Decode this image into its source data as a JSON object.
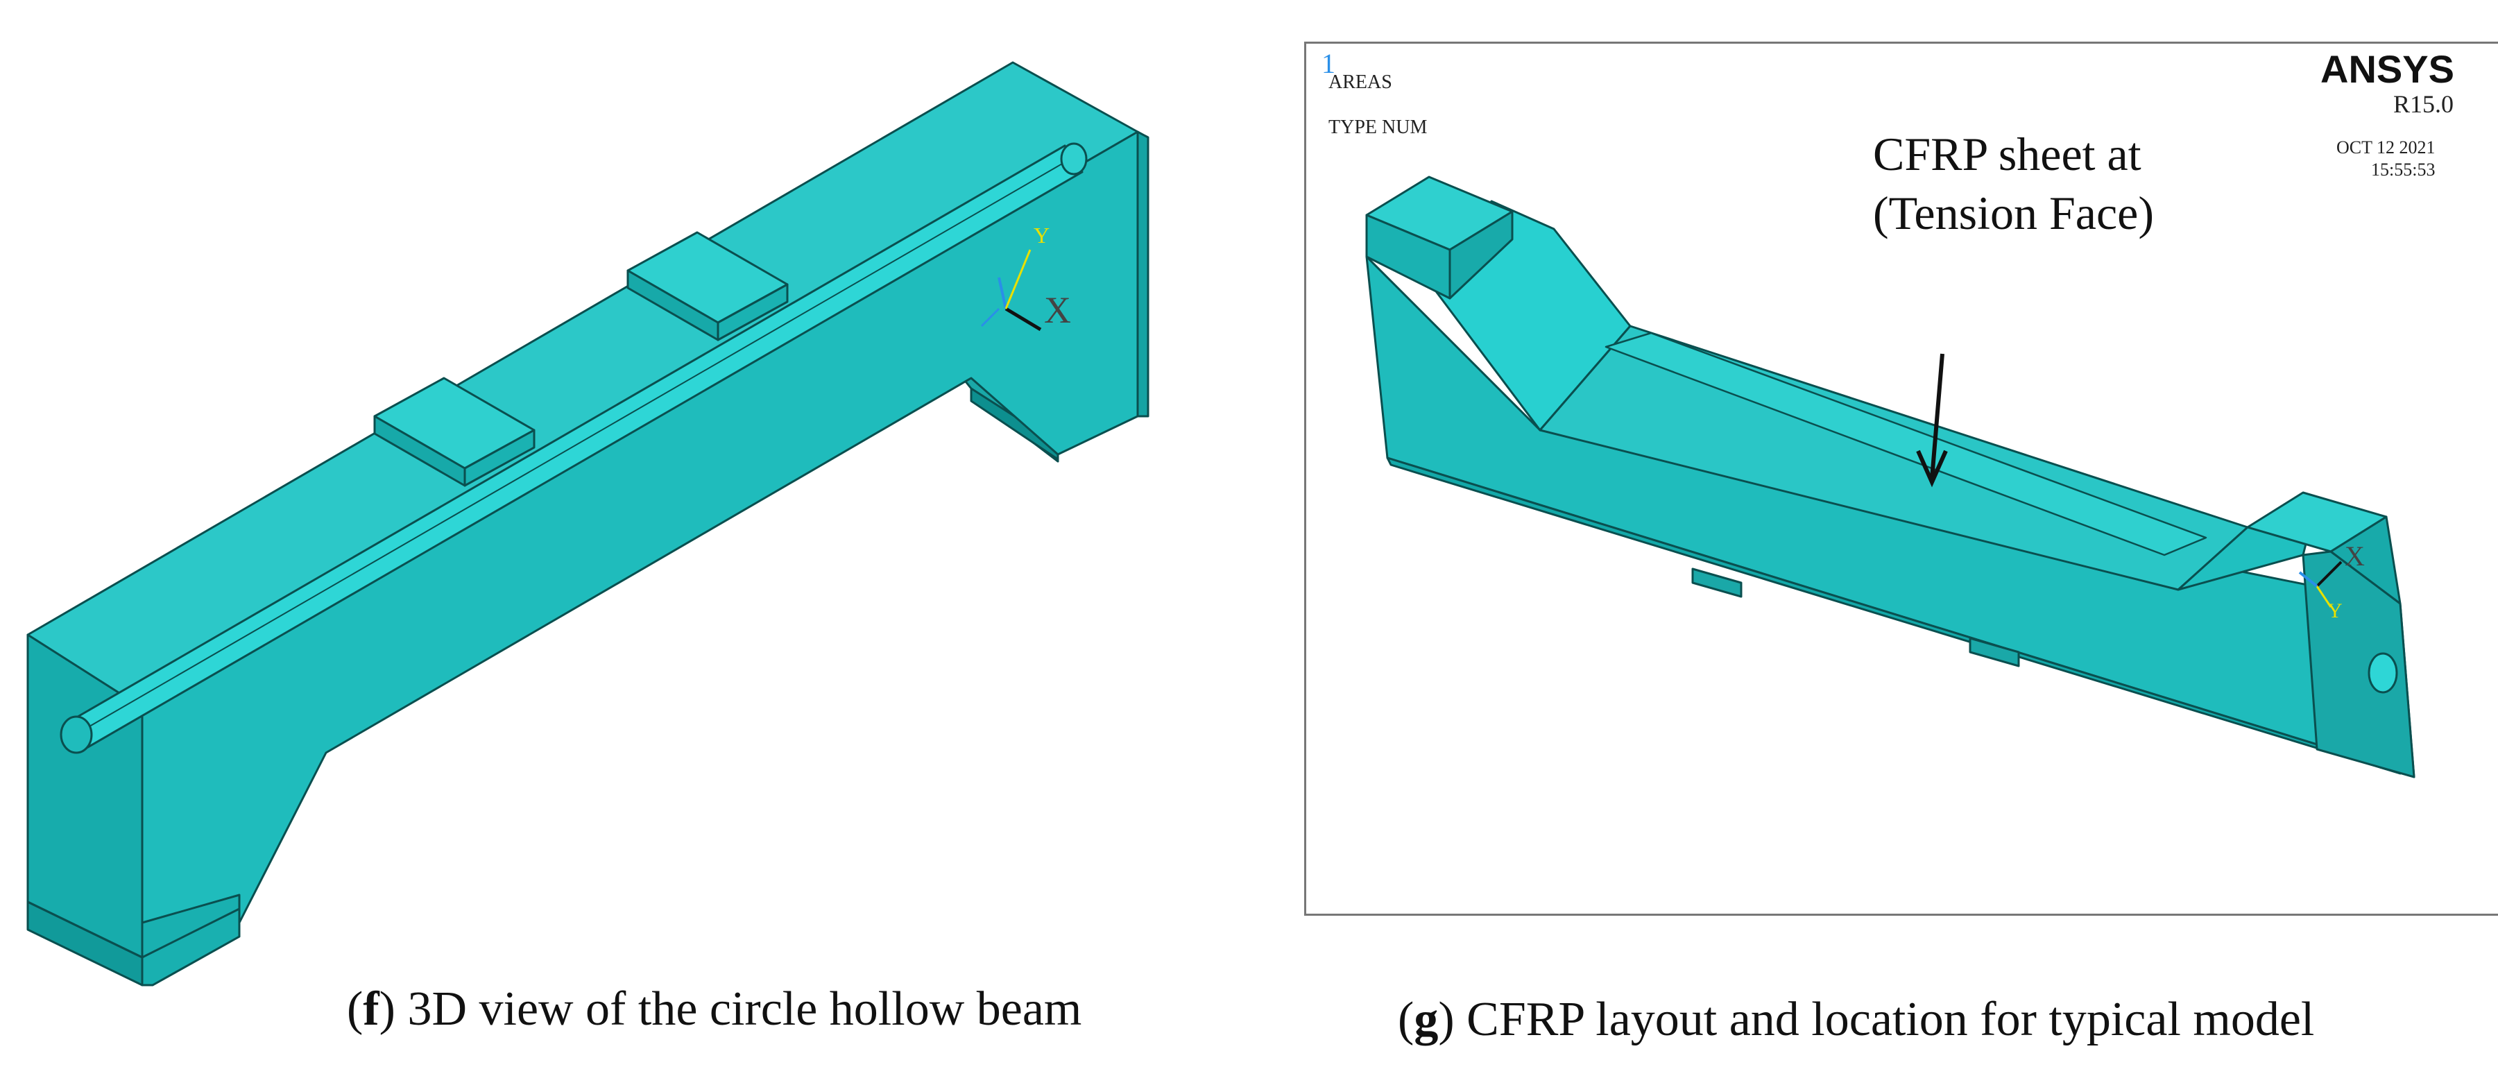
{
  "panel_f": {
    "caption_letter": "f",
    "caption_text": "3D view of the circle hollow beam",
    "triad": {
      "x_label": "X",
      "y_label": "Y"
    }
  },
  "panel_g": {
    "caption_letter": "g",
    "caption_text": "CFRP layout and location for typical model",
    "ansys": {
      "window_number": "1",
      "areas_label": "AREAS",
      "type_label": "TYPE NUM",
      "logo": "ANSYS",
      "release": "R15.0",
      "date": "OCT 12 2021",
      "time": "15:55:53"
    },
    "annotation_line1": "CFRP sheet at",
    "annotation_line2": "(Tension Face)",
    "triad": {
      "x_label": "X",
      "y_label": "Y"
    }
  },
  "colors": {
    "model_fill": "#1fbcbc",
    "model_top": "#2fd0cf",
    "model_side": "#13a9a9",
    "model_dark": "#0d8f8f",
    "edge": "#0a4f4f",
    "triad_x": "#111111",
    "triad_y": "#e8e000",
    "triad_z": "#2a8fe8"
  }
}
